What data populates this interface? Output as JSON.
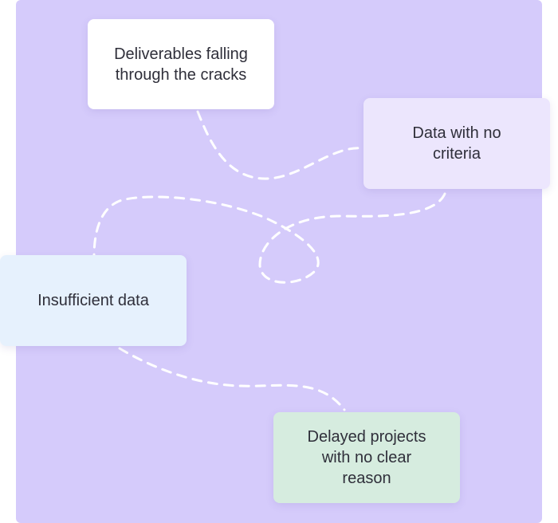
{
  "colors": {
    "background_panel": "#d5cbfb",
    "connector": "#ffffff",
    "card_deliverables": "#ffffff",
    "card_criteria": "#ece6fd",
    "card_insufficient": "#e6f1fd",
    "card_delayed": "#d6ecdf"
  },
  "cards": {
    "deliverables": "Deliverables falling\nthrough the cracks",
    "criteria": "Data with no\ncriteria",
    "insufficient": "Insufficient data",
    "delayed": "Delayed projects\nwith no clear\nreason"
  }
}
